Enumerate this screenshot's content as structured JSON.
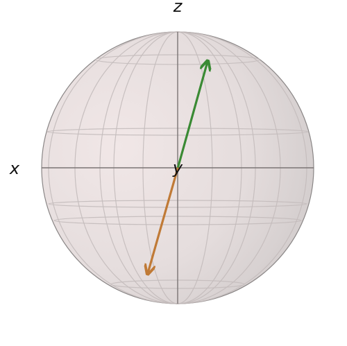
{
  "axes": {
    "z_label": "z",
    "x_label": "x",
    "y_label": "y"
  },
  "colors": {
    "sphere_fill": "#e6dede",
    "sphere_edge": "#8a8686",
    "axis_line": "#7a7474",
    "wire": "#c4bcbc",
    "vector_1": "#3a8a34",
    "vector_2": "#c07a36"
  },
  "vectors": [
    {
      "name": "green-vector",
      "color_key": "vector_1"
    },
    {
      "name": "orange-vector",
      "color_key": "vector_2"
    }
  ]
}
